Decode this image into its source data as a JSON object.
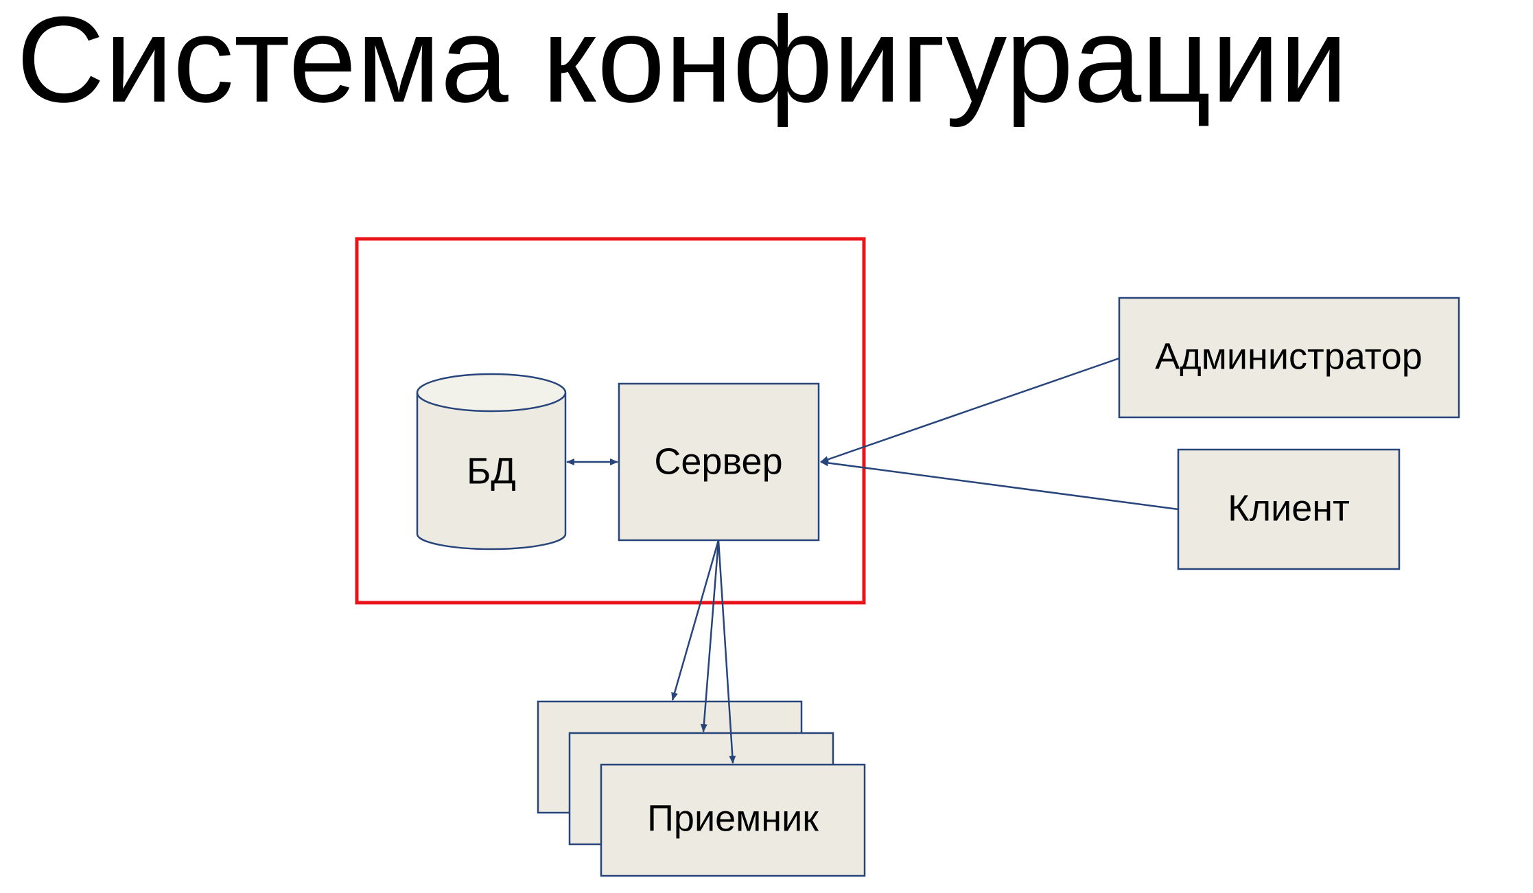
{
  "title": "Система конфигурации",
  "nodes": {
    "db": "БД",
    "server": "Сервер",
    "admin": "Администратор",
    "client": "Клиент",
    "receiver": "Приемник"
  },
  "colors": {
    "boundary": "#e8141a",
    "node_fill": "#edebe1",
    "node_stroke": "#27457b",
    "connector": "#27457b",
    "text": "#000000"
  }
}
